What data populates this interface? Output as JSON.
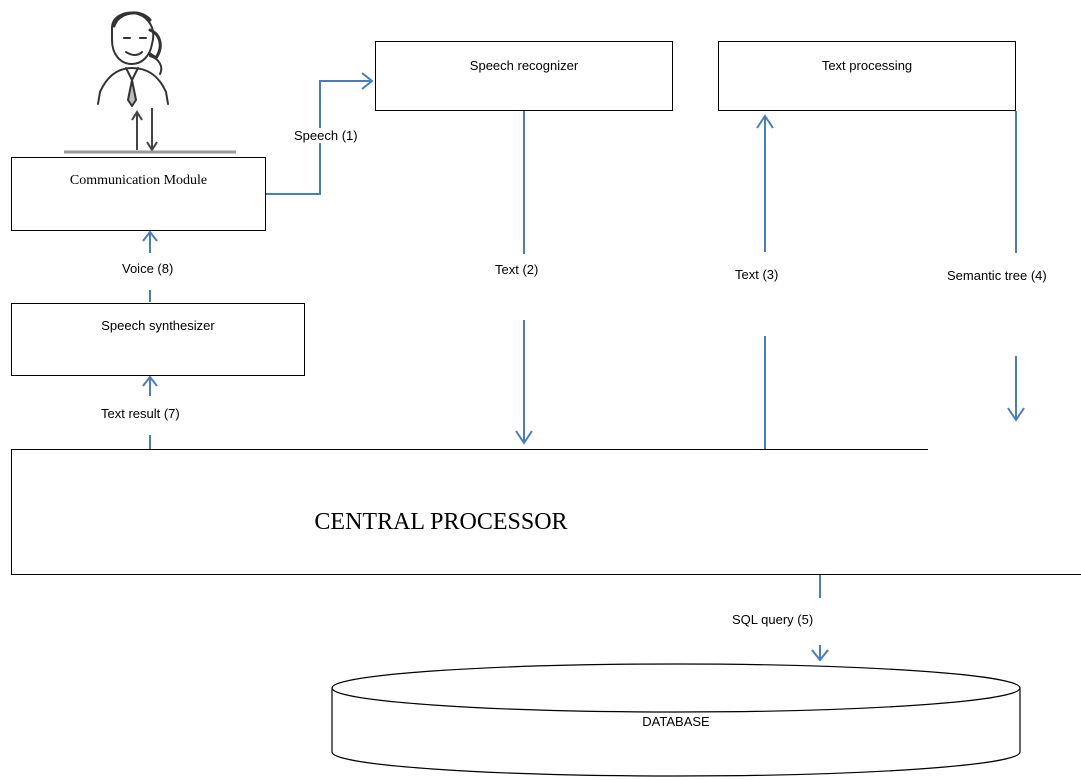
{
  "nodes": {
    "speech_recognizer": "Speech recognizer",
    "text_processing": "Text processing",
    "communication_module": "Communication Module",
    "speech_synthesizer": "Speech synthesizer",
    "central_processor": "CENTRAL PROCESSOR",
    "database": "DATABASE"
  },
  "flows": {
    "speech": "Speech (1)",
    "text2": "Text (2)",
    "text3": "Text (3)",
    "semantic_tree": "Semantic tree (4)",
    "sql_query": "SQL query (5)",
    "text_result": "Text result (7)",
    "voice": "Voice (8)"
  },
  "colors": {
    "arrow": "#4a7ebb",
    "border": "#000000"
  },
  "icons": {
    "user": "person-on-phone-icon"
  }
}
